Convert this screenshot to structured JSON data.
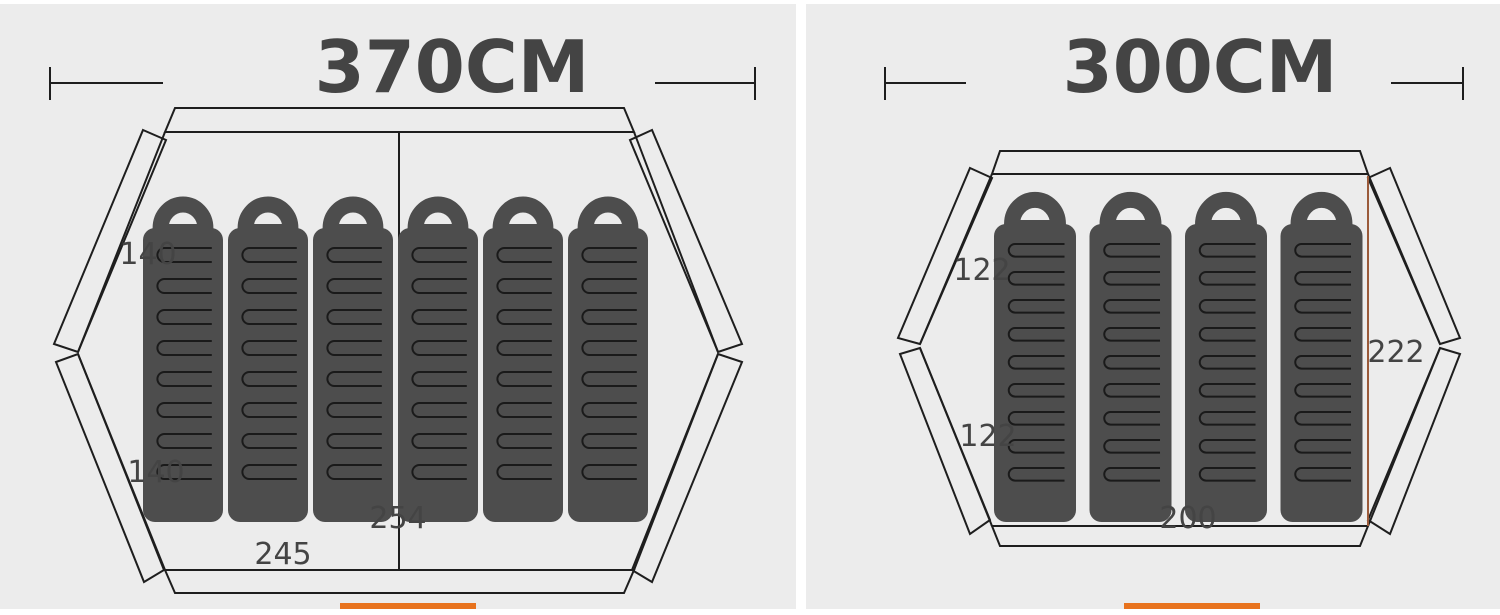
{
  "colors": {
    "background": "#ececec",
    "outline": "#1e1e1e",
    "sleeping_bag": "#4d4d4d",
    "bag_quilt_line": "#1a1a1a",
    "text": "#444444",
    "door_marker": "#e8731e"
  },
  "left_tent": {
    "width_label": "370CM",
    "sleeping_bag_count": 6,
    "dimensions": {
      "side_top": "140",
      "side_bottom": "140",
      "center_depth": "254",
      "bottom_width": "245"
    }
  },
  "right_tent": {
    "width_label": "300CM",
    "sleeping_bag_count": 4,
    "dimensions": {
      "side_top": "122",
      "side_bottom": "122",
      "right_side": "222",
      "bottom_width": "200"
    }
  }
}
